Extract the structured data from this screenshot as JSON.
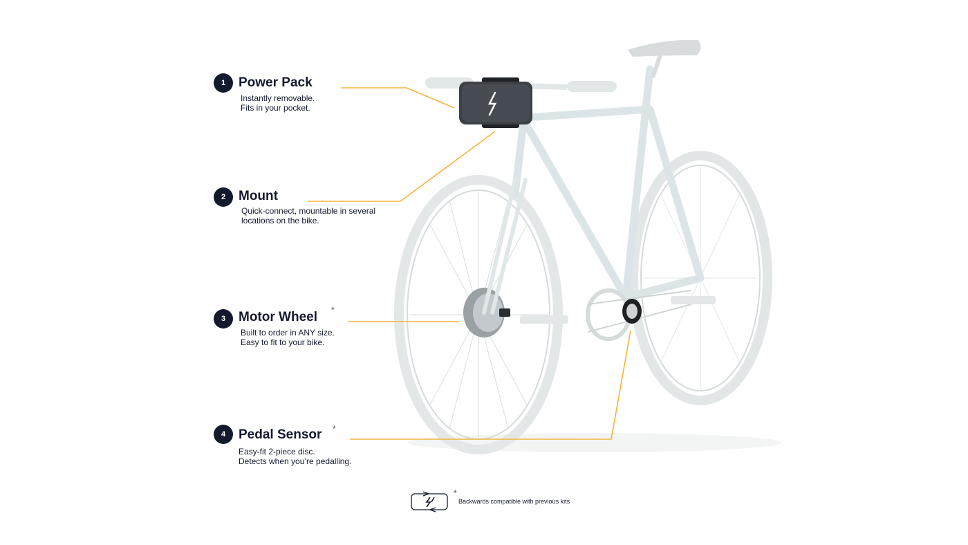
{
  "callouts": [
    {
      "number": "1",
      "title": "Power Pack",
      "desc_line1": "Instantly removable.",
      "desc_line2": "Fits in your pocket.",
      "asterisk": ""
    },
    {
      "number": "2",
      "title": "Mount",
      "desc_line1": "Quick-connect, mountable in several",
      "desc_line2": "locations on the bike.",
      "asterisk": ""
    },
    {
      "number": "3",
      "title": "Motor Wheel",
      "desc_line1": "Built to order in ANY size.",
      "desc_line2": "Easy to fit to your bike.",
      "asterisk": "*"
    },
    {
      "number": "4",
      "title": "Pedal Sensor",
      "desc_line1": "Easy-fit 2-piece disc.",
      "desc_line2": "Detects when you’re pedalling.",
      "asterisk": "*"
    }
  ],
  "footer": {
    "asterisk": "*",
    "note": "Backwards compatible with previous kits"
  },
  "colors": {
    "accent_line": "#f2b53a",
    "dark": "#141a2e",
    "bike": "#dde6e8"
  },
  "icons": [
    "bike-illustration",
    "power-pack-icon",
    "backwards-compatible-icon"
  ]
}
